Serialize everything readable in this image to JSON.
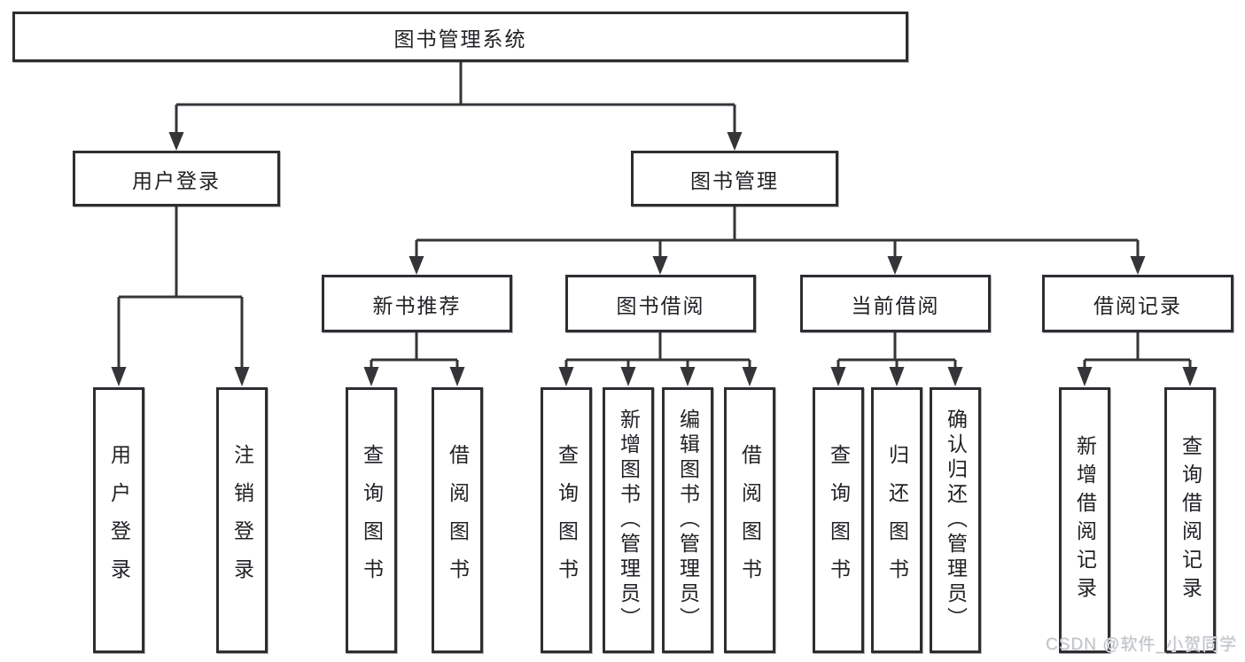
{
  "tree": {
    "label": "图书管理系统",
    "children": [
      {
        "label": "用户登录",
        "children": [
          {
            "label": "用户登录"
          },
          {
            "label": "注销登录"
          }
        ]
      },
      {
        "label": "图书管理",
        "children": [
          {
            "label": "新书推荐",
            "children": [
              {
                "label": "查询图书"
              },
              {
                "label": "借阅图书"
              }
            ]
          },
          {
            "label": "图书借阅",
            "children": [
              {
                "label": "查询图书"
              },
              {
                "label": "新增图书（管理员）"
              },
              {
                "label": "编辑图书（管理员）"
              },
              {
                "label": "借阅图书"
              }
            ]
          },
          {
            "label": "当前借阅",
            "children": [
              {
                "label": "查询图书"
              },
              {
                "label": "归还图书"
              },
              {
                "label": "确认归还（管理员）"
              }
            ]
          },
          {
            "label": "借阅记录",
            "children": [
              {
                "label": "新增借阅记录"
              },
              {
                "label": "查询借阅记录"
              }
            ]
          }
        ]
      }
    ]
  },
  "watermark": {
    "text": "CSDN @软件_小贺同学"
  },
  "colors": {
    "line": "#343539",
    "box_border": "#2d2e32",
    "text": "#212226",
    "background": "#ffffff",
    "watermark": "#bfc3c8"
  }
}
